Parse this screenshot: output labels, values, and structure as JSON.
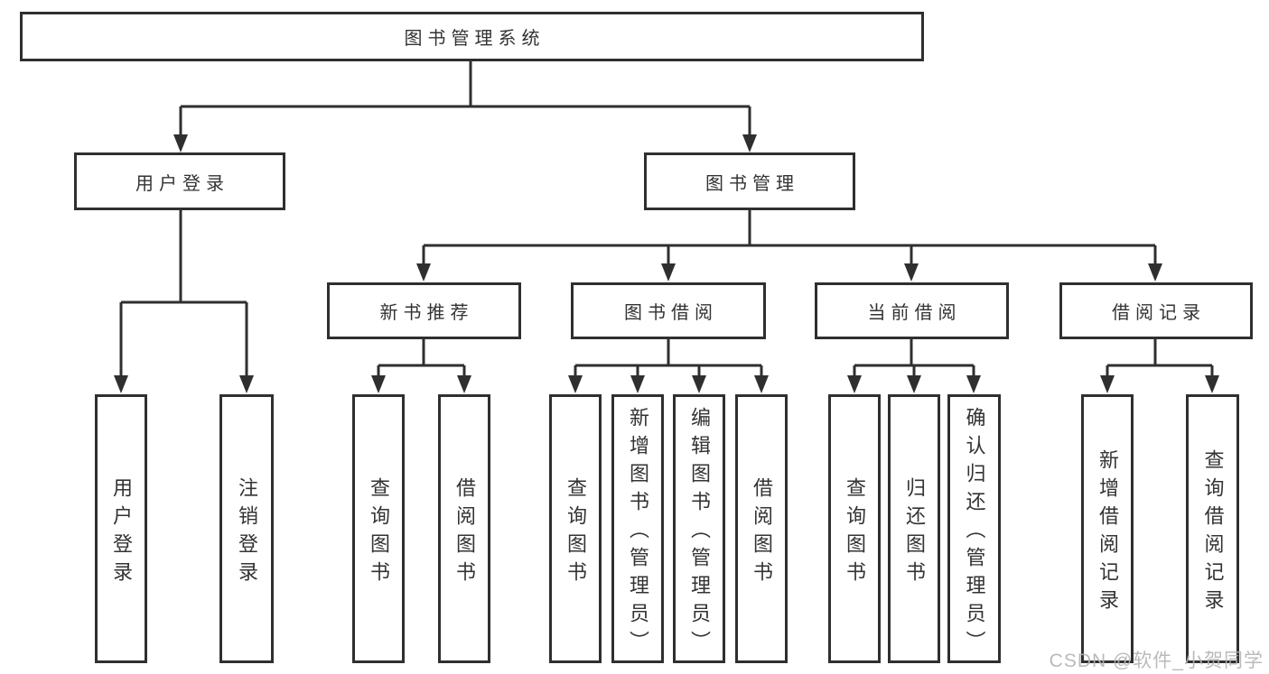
{
  "colors": {
    "border": "#2f2f2f",
    "line": "#2f2f2f",
    "text": "#333333",
    "background": "#ffffff",
    "watermark": "#b3b3b3"
  },
  "tree": {
    "root": {
      "label": "图书管理系统"
    },
    "branches": [
      {
        "label": "用户登录",
        "children": [
          {
            "label": "用户登录"
          },
          {
            "label": "注销登录"
          }
        ]
      },
      {
        "label": "图书管理",
        "groups": [
          {
            "label": "新书推荐",
            "children": [
              {
                "label": "查询图书"
              },
              {
                "label": "借阅图书"
              }
            ]
          },
          {
            "label": "图书借阅",
            "children": [
              {
                "label": "查询图书"
              },
              {
                "label": "新增图书（管理员）"
              },
              {
                "label": "编辑图书（管理员）"
              },
              {
                "label": "借阅图书"
              }
            ]
          },
          {
            "label": "当前借阅",
            "children": [
              {
                "label": "查询图书"
              },
              {
                "label": "归还图书"
              },
              {
                "label": "确认归还（管理员）"
              }
            ]
          },
          {
            "label": "借阅记录",
            "children": [
              {
                "label": "新增借阅记录"
              },
              {
                "label": "查询借阅记录"
              }
            ]
          }
        ]
      }
    ]
  },
  "watermark": "CSDN @软件_小贺同学"
}
